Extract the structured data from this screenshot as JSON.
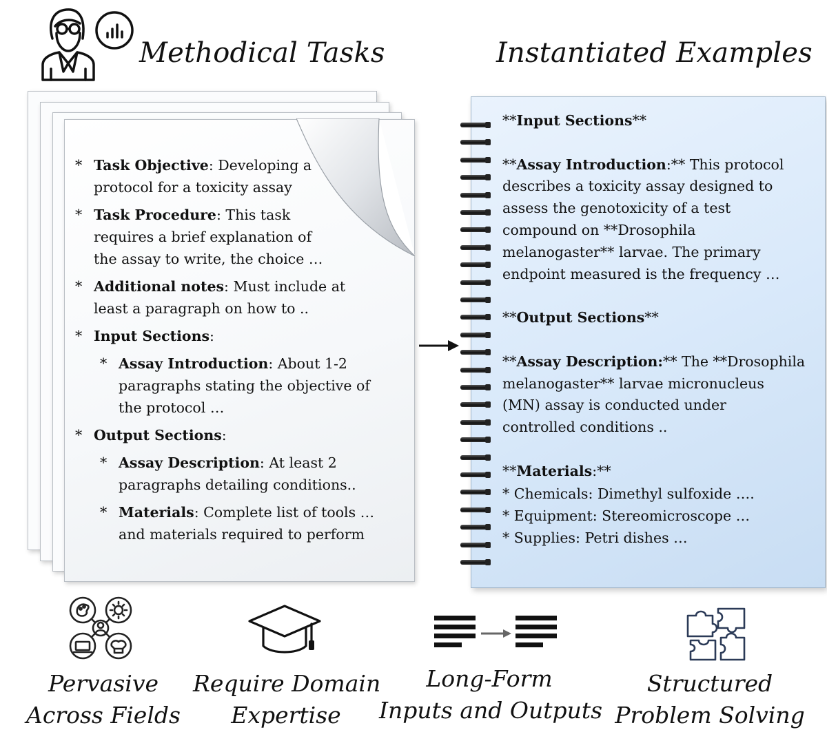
{
  "titles": {
    "left": "Methodical Tasks",
    "right": "Instantiated Examples"
  },
  "icons": {
    "header": "researcher-chart-icon",
    "arrow": "right-arrow-icon",
    "fields": "fields-network-icon",
    "expertise": "graduation-cap-icon",
    "longform": "text-transform-icon",
    "puzzle": "puzzle-icon"
  },
  "task_doc": {
    "bullet": "*",
    "items": [
      {
        "label": "Task Objective",
        "text": ": Developing a protocol for a toxicity assay",
        "level": 1
      },
      {
        "label": "Task Procedure",
        "text": ": This task requires a brief explanation of the assay to write, the choice …",
        "level": 1
      },
      {
        "label": "Additional notes",
        "text": ": Must include at least a paragraph on how to ..",
        "level": 1
      },
      {
        "label": "Input Sections",
        "text": ":",
        "level": 1
      },
      {
        "label": "Assay Introduction",
        "text": ": About 1-2 paragraphs stating the objective of the protocol …",
        "level": 2
      },
      {
        "label": "Output Sections",
        "text": ":",
        "level": 1
      },
      {
        "label": "Assay Description",
        "text": ": At least 2 paragraphs detailing conditions..",
        "level": 2
      },
      {
        "label": "Materials",
        "text": ": Complete list of tools … and materials required to perform",
        "level": 2
      }
    ]
  },
  "notebook": {
    "input_header": {
      "pre": "**",
      "label": "Input Sections",
      "post": "**"
    },
    "intro": {
      "pre": "**",
      "label": "Assay Introduction",
      "post": ":** This protocol",
      "lines": [
        "describes a toxicity assay designed to",
        "assess the genotoxicity of a test",
        "compound on **Drosophila",
        "melanogaster** larvae. The primary",
        "endpoint measured is the frequency …"
      ]
    },
    "output_header": {
      "pre": "**",
      "label": "Output Sections",
      "post": "**"
    },
    "desc": {
      "pre": "**",
      "label": "Assay Description:",
      "post": "** The **Drosophila",
      "lines": [
        "melanogaster** larvae micronucleus",
        "(MN) assay is conducted under",
        "controlled conditions .."
      ]
    },
    "materials": {
      "pre": "**",
      "label": "Materials",
      "post": ":**",
      "lines": [
        "* Chemicals: Dimethyl sulfoxide ….",
        "* Equipment: Stereomicroscope …",
        "* Supplies: Petri dishes …"
      ]
    }
  },
  "features": [
    {
      "line1": "Pervasive",
      "line2": "Across Fields"
    },
    {
      "line1": "Require Domain",
      "line2": "Expertise"
    },
    {
      "line1": "Long-Form",
      "line2": "Inputs and Outputs"
    },
    {
      "line1": "Structured",
      "line2": "Problem Solving"
    }
  ]
}
